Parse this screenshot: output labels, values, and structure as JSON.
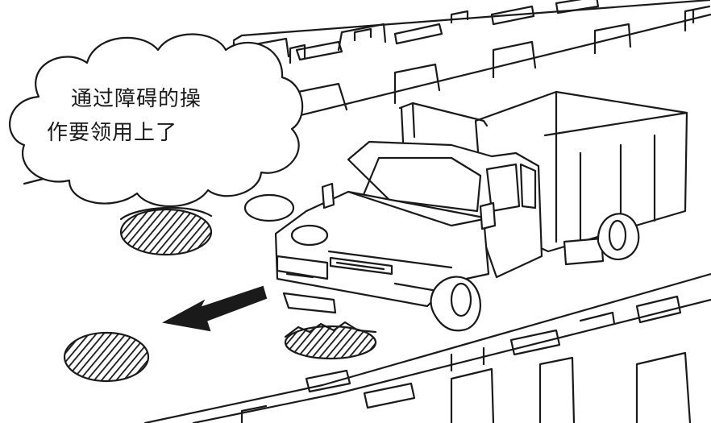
{
  "speech_bubble": {
    "line1": "通过障碍的操",
    "line2": "作要领用上了"
  },
  "illustration": {
    "subject": "dump-truck",
    "obstacles": "potholes",
    "direction_arrow": "arrow-left-icon"
  }
}
